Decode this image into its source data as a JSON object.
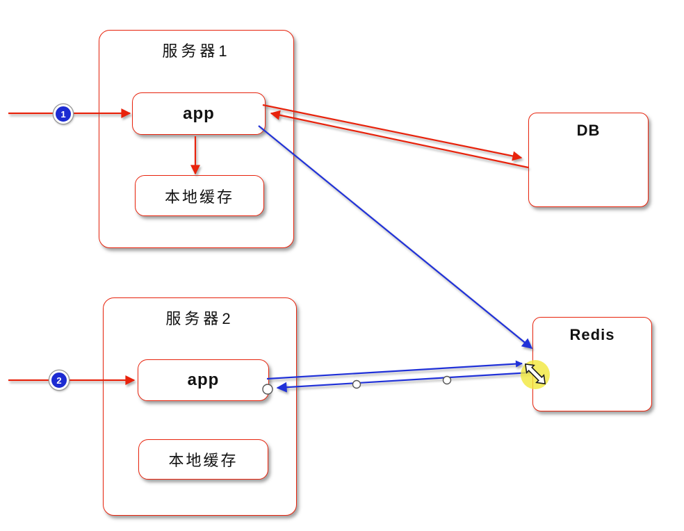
{
  "colors": {
    "red": "#e8230c",
    "blue": "#2031d8",
    "badge": "#1c2bd2",
    "yellow": "#f1e73b",
    "fill": "#ffffff",
    "text": "#111111"
  },
  "nodes": {
    "server1": {
      "label": "服务器1"
    },
    "server1_app": {
      "label": "app"
    },
    "server1_cache": {
      "label": "本地缓存"
    },
    "server2": {
      "label": "服务器2"
    },
    "server2_app": {
      "label": "app"
    },
    "server2_cache": {
      "label": "本地缓存"
    },
    "db": {
      "label": "DB"
    },
    "redis": {
      "label": "Redis"
    }
  },
  "badges": {
    "step1": "1",
    "step2": "2"
  },
  "edges": [
    {
      "from": "client",
      "to": "server1_app",
      "color": "red",
      "step": "1"
    },
    {
      "from": "client",
      "to": "server2_app",
      "color": "red",
      "step": "2"
    },
    {
      "from": "server1_app",
      "to": "server1_cache",
      "color": "red"
    },
    {
      "from": "server1_app",
      "to": "db",
      "color": "red"
    },
    {
      "from": "db",
      "to": "server1_app",
      "color": "red"
    },
    {
      "from": "server1_app",
      "to": "redis",
      "color": "blue"
    },
    {
      "from": "server2_app",
      "to": "redis",
      "color": "blue"
    },
    {
      "from": "redis",
      "to": "server2_app",
      "color": "blue",
      "selected": true,
      "waypoint_handles": 3
    }
  ]
}
